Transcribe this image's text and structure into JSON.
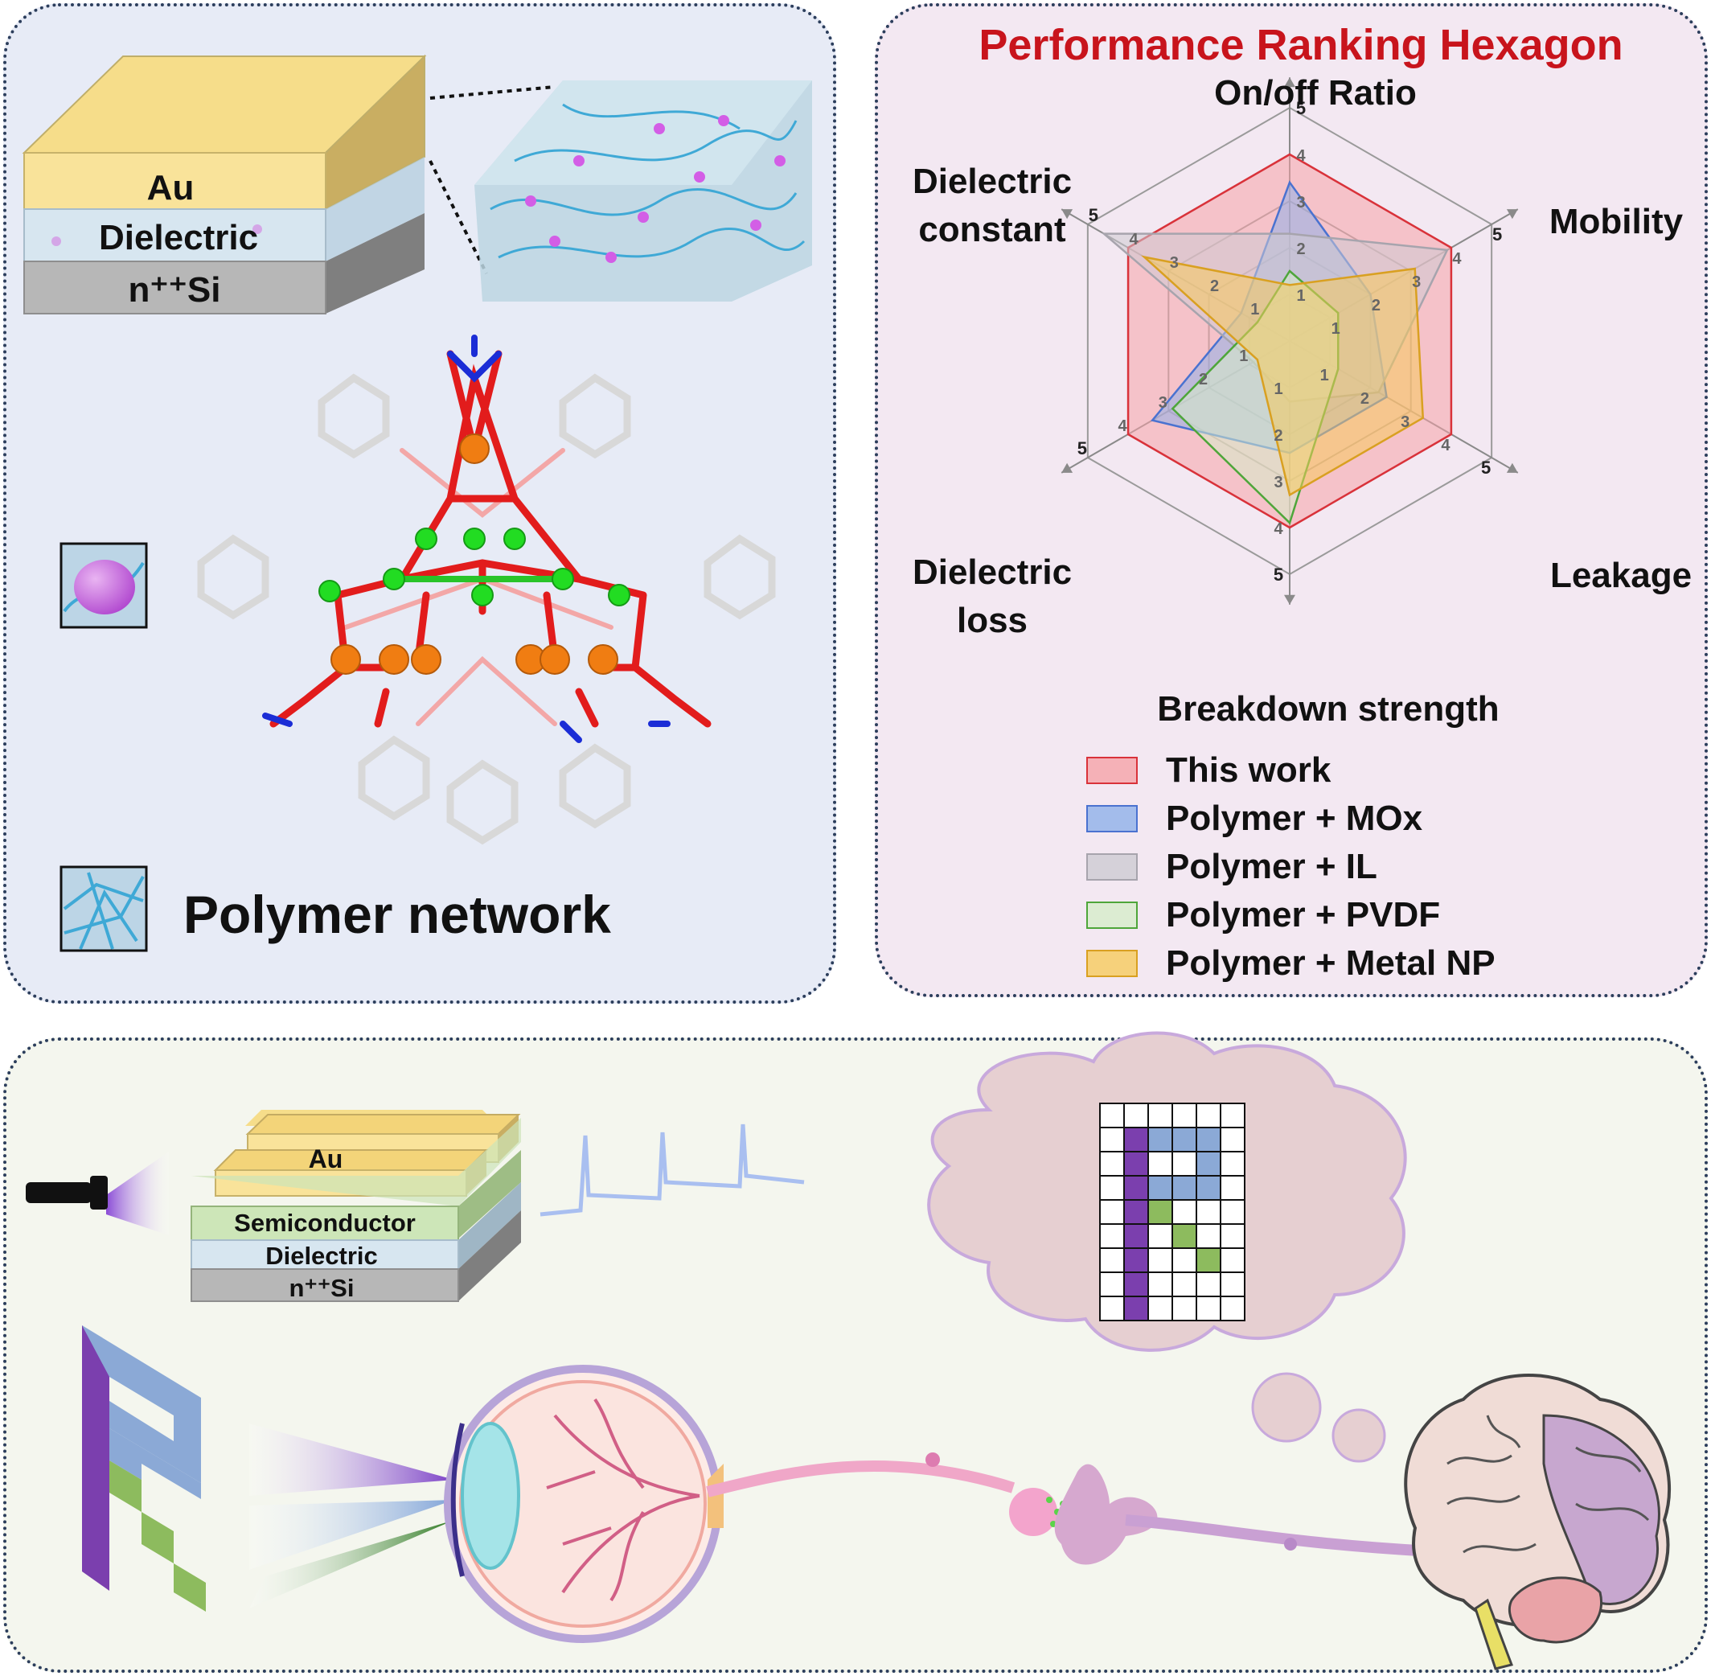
{
  "device_top": {
    "au": "Au",
    "dielectric": "Dielectric",
    "substrate": "n⁺⁺Si"
  },
  "polymer_label": "Polymer network",
  "chart_data": {
    "type": "radar",
    "title": "Performance Ranking Hexagon",
    "axes": [
      "On/off Ratio",
      "Mobility",
      "Leakage",
      "Breakdown strength",
      "Dielectric loss",
      "Dielectric constant"
    ],
    "axis_label_lines": [
      [
        "On/off Ratio"
      ],
      [
        "Mobility"
      ],
      [
        "Leakage"
      ],
      [
        "Breakdown strength"
      ],
      [
        "Dielectric",
        "loss"
      ],
      [
        "Dielectric",
        "constant"
      ]
    ],
    "range": [
      0,
      5
    ],
    "ticks": [
      1,
      2,
      3,
      4,
      5
    ],
    "grid": true,
    "legend_position": "bottom",
    "series": [
      {
        "name": "This work",
        "values": [
          4,
          4,
          4,
          4,
          4,
          4
        ],
        "color": "#d9323a",
        "fill": "#f5a3a8"
      },
      {
        "name": "Polymer + MOx",
        "values": [
          3.4,
          2.0,
          2.4,
          2.4,
          3.4,
          1.2
        ],
        "color": "#4a72d0",
        "fill": "#8fb0e8"
      },
      {
        "name": "Polymer + IL",
        "values": [
          2.3,
          3.9,
          2.2,
          1.3,
          0.9,
          4.6
        ],
        "color": "#a7a4ad",
        "fill": "#cdcad2"
      },
      {
        "name": "Polymer + PVDF",
        "values": [
          1.5,
          1.2,
          1.2,
          3.9,
          2.9,
          0.8
        ],
        "color": "#4ea63a",
        "fill": "#d6ecc9"
      },
      {
        "name": "Polymer + Metal NP",
        "values": [
          1.2,
          3.1,
          3.3,
          3.3,
          0.8,
          3.6
        ],
        "color": "#d9a021",
        "fill": "#f6ca5c"
      }
    ]
  },
  "device_bottom": {
    "au": "Au",
    "semiconductor": "Semiconductor",
    "dielectric": "Dielectric",
    "substrate": "n⁺⁺Si"
  }
}
